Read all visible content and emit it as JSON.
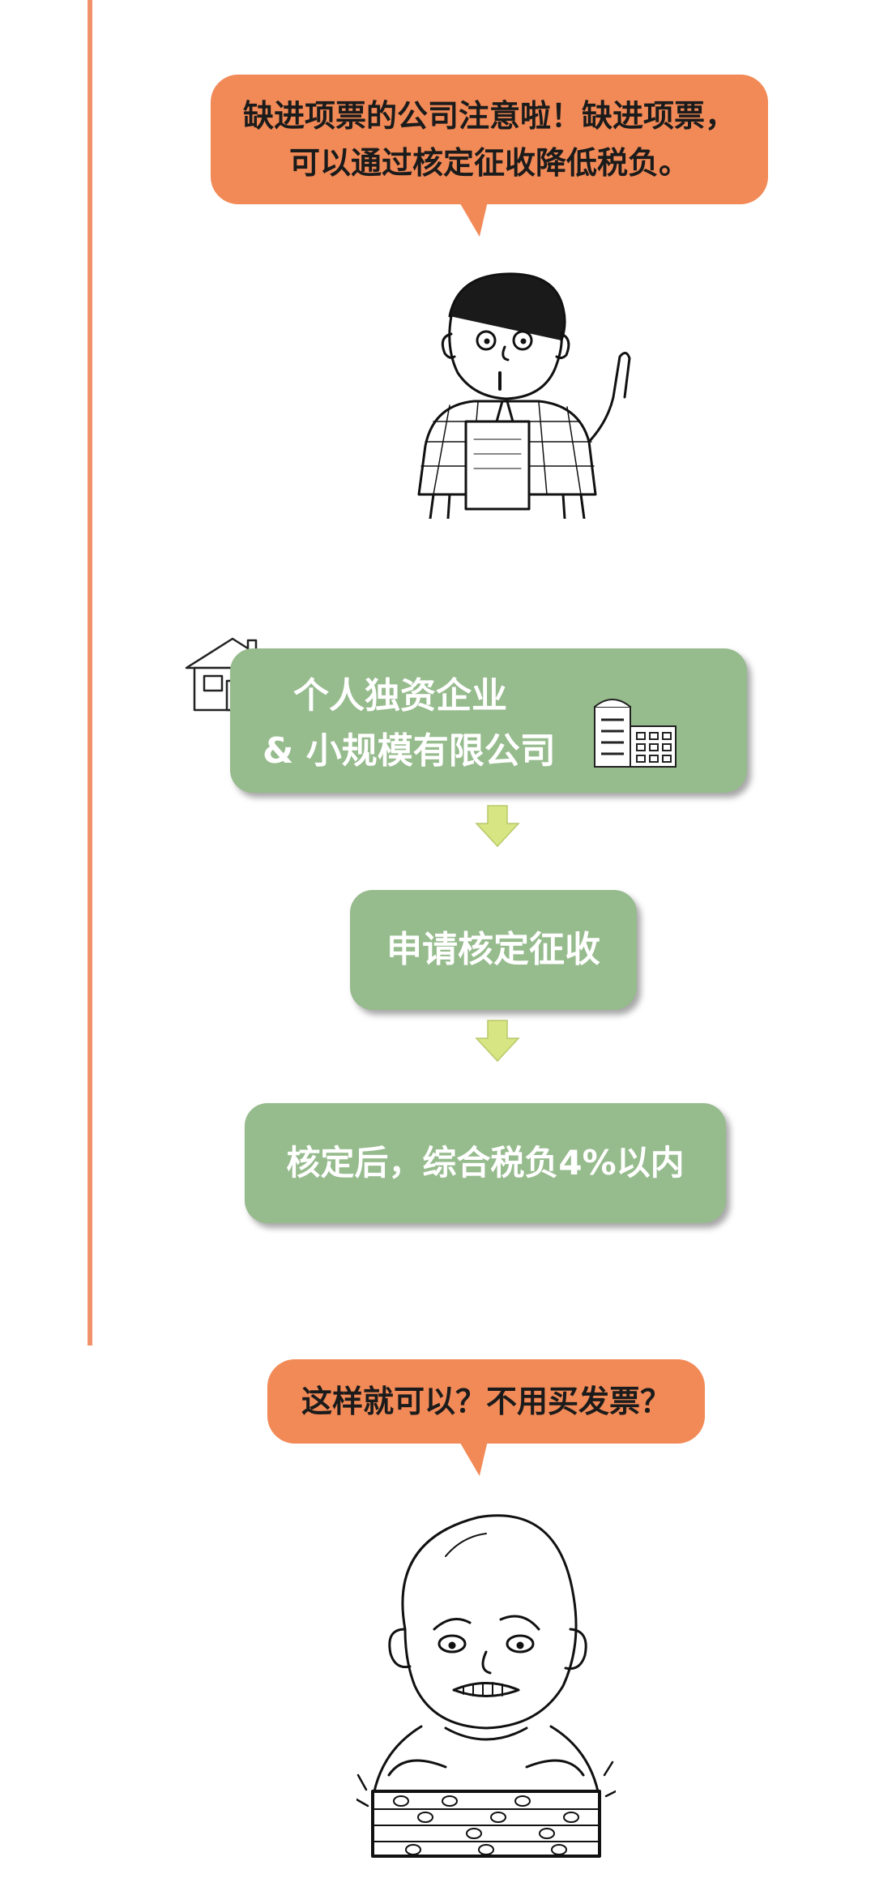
{
  "colors": {
    "accent_orange": "#f28a57",
    "timeline_orange": "#f0936a",
    "box_green": "#96bb8d",
    "arrow_green": "#d7e582"
  },
  "bubble_top": {
    "line1": "缺进项票的公司注意啦！缺进项票，",
    "line2": "可以通过核定征收降低税负。"
  },
  "flow": {
    "entity_line1": "个人独资企业",
    "entity_line2": "& 小规模有限公司",
    "step_apply": "申请核定征收",
    "step_result": "核定后，综合税负4%以内"
  },
  "bubble_bottom": {
    "text": "这样就可以？不用买发票？"
  },
  "icons": [
    "house-icon",
    "office-building-icon",
    "down-arrow-icon"
  ],
  "illustrations": [
    "man-holding-paper-pointing",
    "bald-man-using-abacus"
  ]
}
